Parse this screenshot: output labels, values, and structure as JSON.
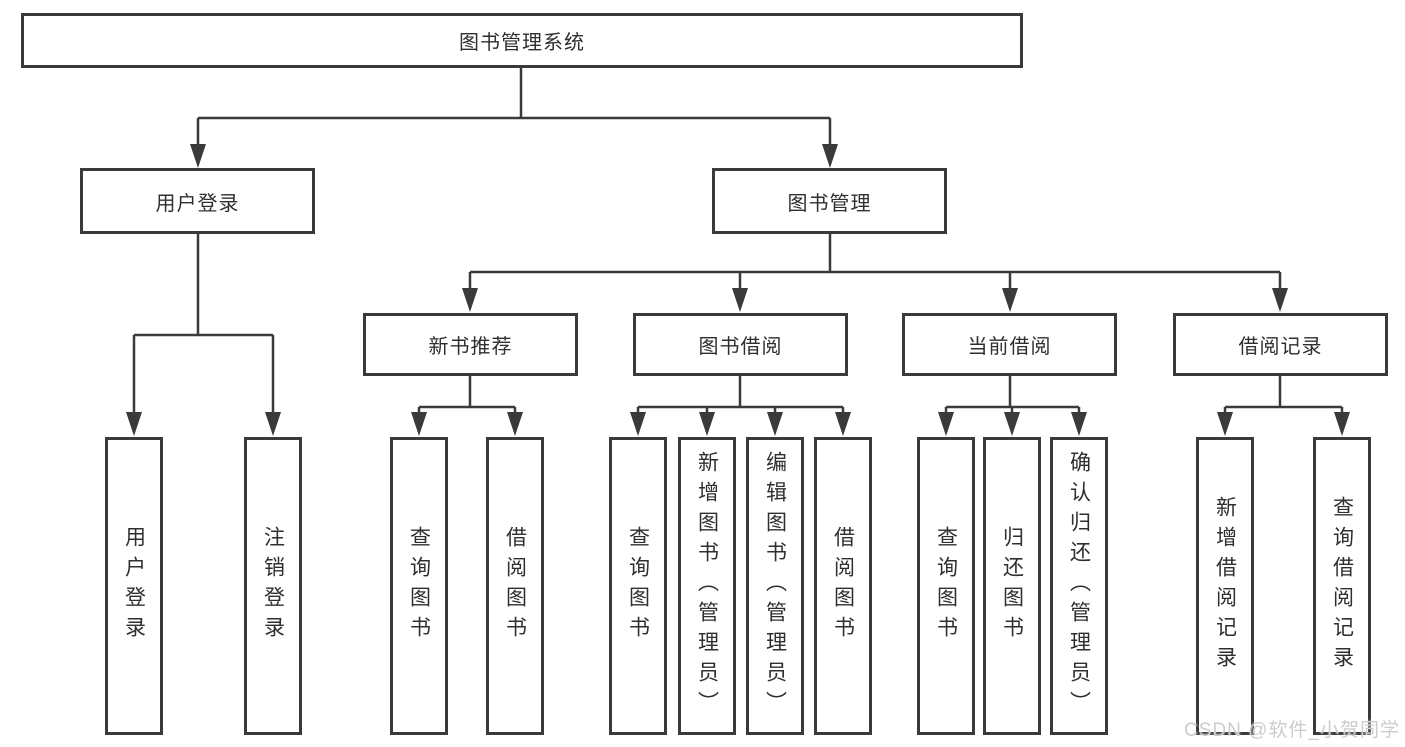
{
  "diagram": {
    "title": "图书管理系统",
    "root": {
      "label": "图书管理系统"
    },
    "level2": [
      {
        "label": "用户登录",
        "children": [
          "用户登录",
          "注销登录"
        ]
      },
      {
        "label": "图书管理"
      }
    ],
    "level3": [
      {
        "label": "新书推荐",
        "children": [
          "查询图书",
          "借阅图书"
        ]
      },
      {
        "label": "图书借阅",
        "children": [
          "查询图书",
          "新增图书（管理员）",
          "编辑图书（管理员）",
          "借阅图书"
        ]
      },
      {
        "label": "当前借阅",
        "children": [
          "查询图书",
          "归还图书",
          "确认归还（管理员）"
        ]
      },
      {
        "label": "借阅记录",
        "children": [
          "新增借阅记录",
          "查询借阅记录"
        ]
      }
    ],
    "watermark": "CSDN @软件_小贺同学",
    "colors": {
      "line": "#3a3a3a",
      "text": "#2f2f2f",
      "watermark": "#cccccc",
      "background": "#ffffff"
    }
  }
}
